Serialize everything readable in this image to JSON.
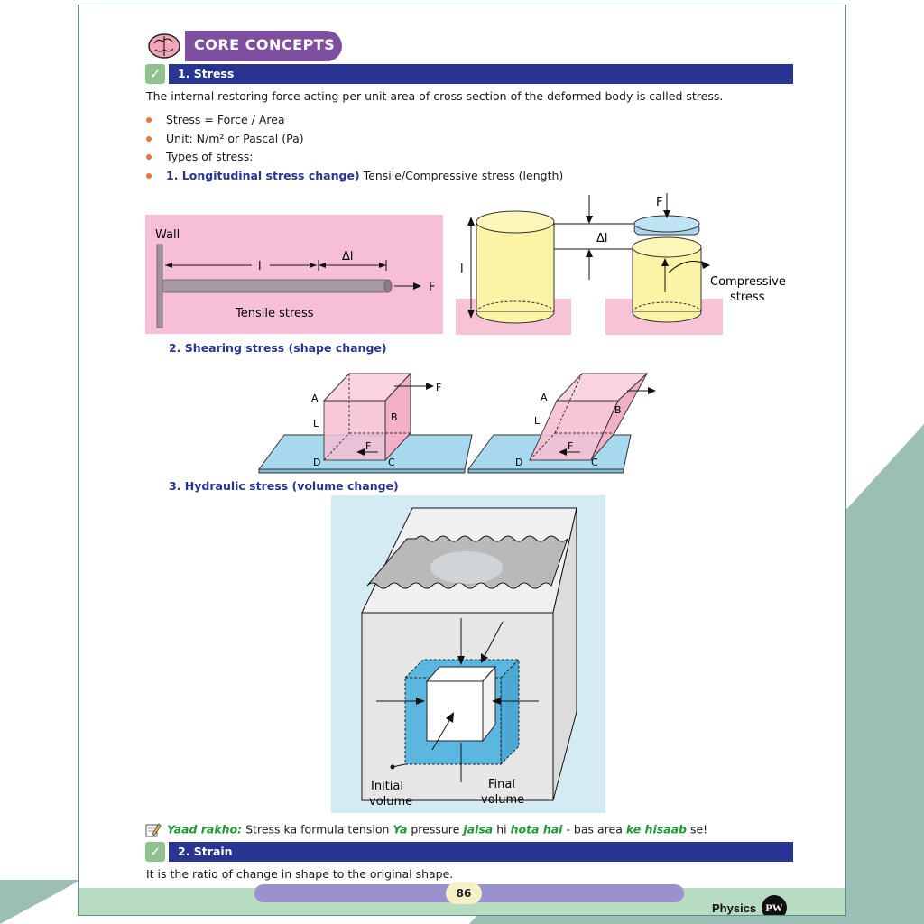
{
  "header": {
    "core_concepts": "CORE CONCEPTS"
  },
  "section1": {
    "title": "1. Stress",
    "definition": "The internal restoring force acting per unit area of cross section of the deformed body is called stress.",
    "bullets": [
      "Stress = Force / Area",
      "Unit: N/m² or Pascal (Pa)",
      "Types of stress:"
    ],
    "type1_bold": "1. Longitudinal stress change)",
    "type1_rest": " Tensile/Compressive stress (length)",
    "type2": "2. Shearing stress (shape change)",
    "type3": "3. Hydraulic stress (volume change)"
  },
  "fig_tensile": {
    "wall": "Wall",
    "l": "l",
    "dl": "Δl",
    "f": "F",
    "caption": "Tensile stress"
  },
  "fig_compressive": {
    "l": "l",
    "dl": "Δl",
    "f": "F",
    "caption_line1": "Compressive",
    "caption_line2": "stress"
  },
  "fig_shear": {
    "a": "A",
    "b": "B",
    "c": "C",
    "d": "D",
    "l": "L",
    "f": "F"
  },
  "fig_hydraulic": {
    "initial_line1": "Initial",
    "initial_line2": "volume",
    "final_line1": "Final",
    "final_line2": "volume"
  },
  "yaad_rakho": {
    "label": "Yaad rakho:",
    "t1": " Stress ka formula tension ",
    "g1": "Ya",
    "t2": " pressure ",
    "g2": "jaisa",
    "t3": " hi ",
    "g3": "hota hai",
    "t4": " - bas area ",
    "g4": "ke hisaab",
    "t5": " se!"
  },
  "section2": {
    "title": "2. Strain",
    "definition": "It is the ratio of change in shape to the original shape."
  },
  "footer": {
    "page_number": "86",
    "subject": "Physics",
    "logo": "PW"
  },
  "colors": {
    "navy": "#283593",
    "purple": "#7e4f9e",
    "bullet": "#e8743b",
    "green_text": "#1f9a3a",
    "teal_bg": "#9bbfb5"
  }
}
